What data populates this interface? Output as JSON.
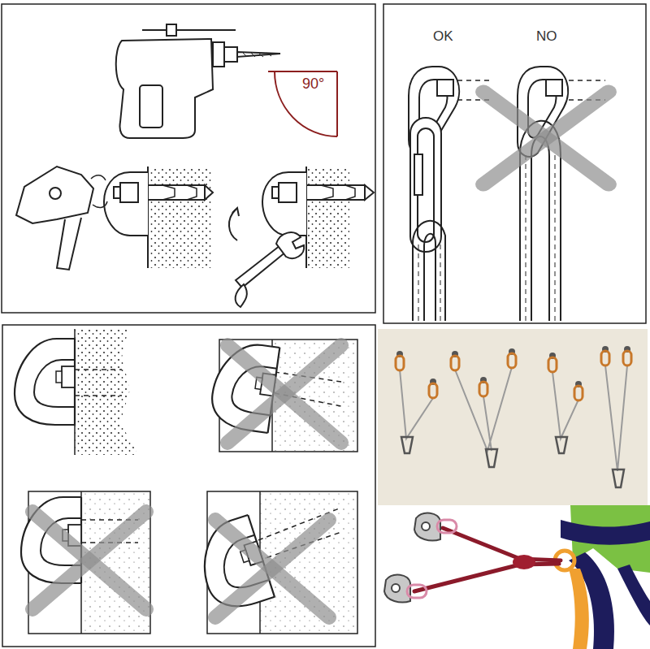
{
  "diagram": {
    "labels": [
      "90°",
      "OK",
      "NO"
    ]
  }
}
